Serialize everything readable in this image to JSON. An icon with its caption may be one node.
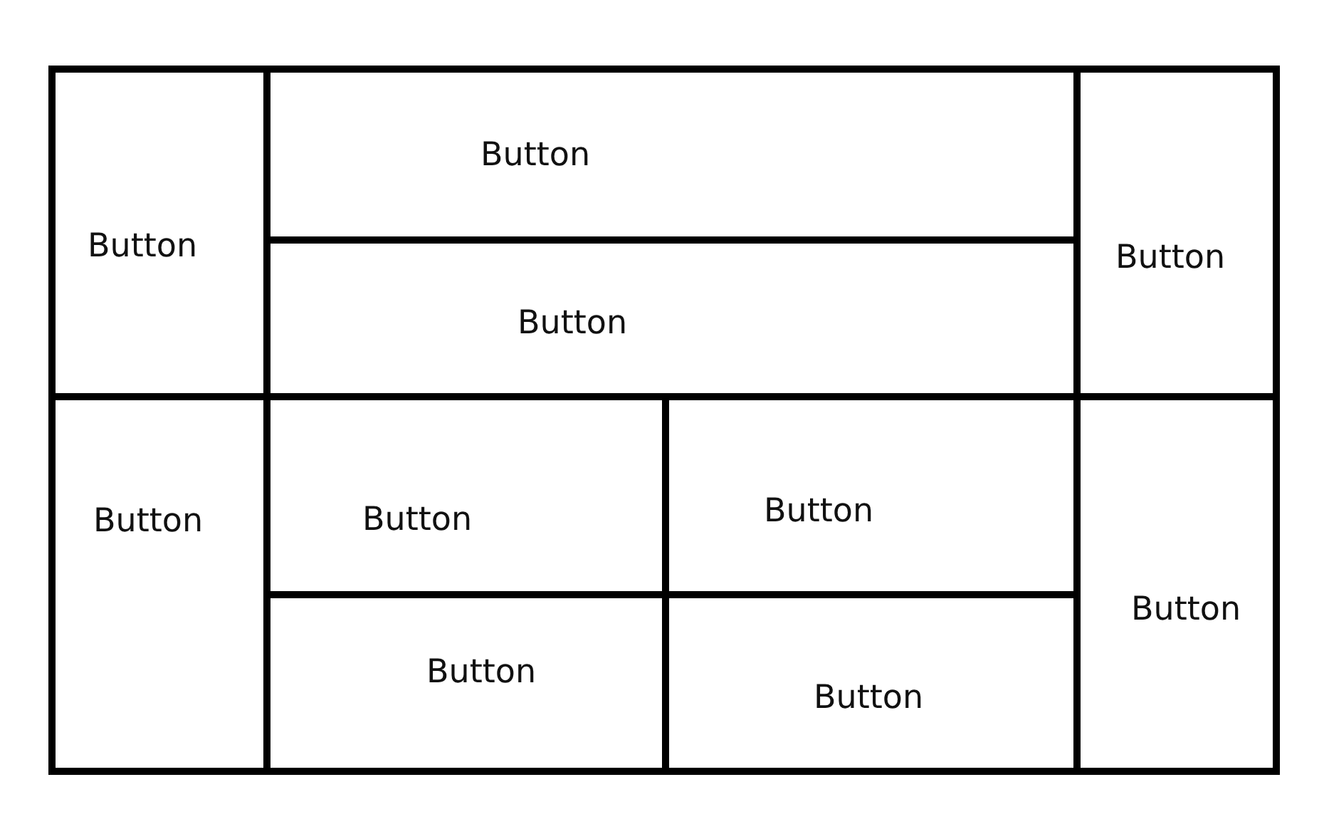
{
  "diagram": {
    "nodes": [
      {
        "text": [
          "Button"
        ]
      },
      {
        "text": [
          "Button"
        ]
      },
      {
        "text": [
          "Button"
        ]
      },
      {
        "text": [
          "Button"
        ]
      },
      {
        "text": [
          "Button"
        ]
      },
      {
        "text": [
          "Button"
        ]
      },
      {
        "text": [
          "Button"
        ]
      },
      {
        "text": [
          "Button"
        ]
      },
      {
        "text": [
          "Button"
        ]
      },
      {
        "text": [
          "Button"
        ]
      }
    ]
  }
}
